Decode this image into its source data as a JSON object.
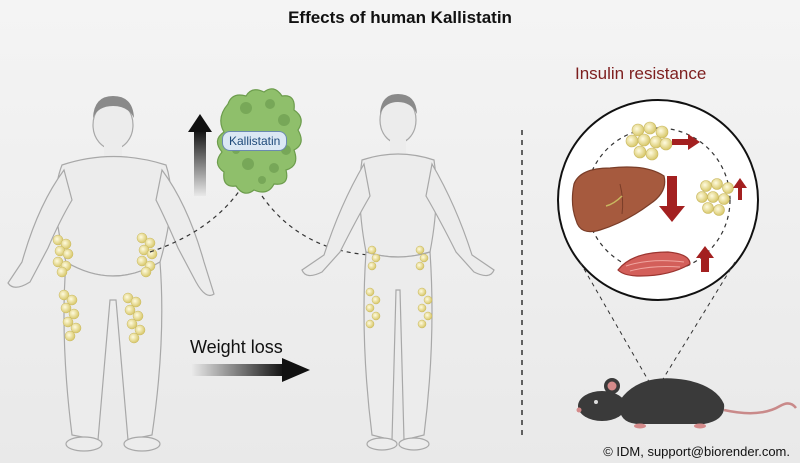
{
  "title": "Effects of human Kallistatin",
  "protein_label": "Kallistatin",
  "weight_loss_label": "Weight loss",
  "insulin_title": "Insulin resistance",
  "credit": "© IDM, support@biorender.com.",
  "colors": {
    "title_text": "#111111",
    "insulin_text": "#7d1e1e",
    "body_fill": "#ececec",
    "body_stroke": "#a8a8a8",
    "fat_fill": "#f0e7a0",
    "protein_fill": "#8fbf6b",
    "arrow_red": "#a32020",
    "mouse_fill": "#3a3a3a"
  },
  "icons": [
    "obese-person-icon",
    "lean-person-icon",
    "kallistatin-protein-icon",
    "liver-icon",
    "adipose-icon",
    "muscle-icon",
    "mouse-icon"
  ]
}
